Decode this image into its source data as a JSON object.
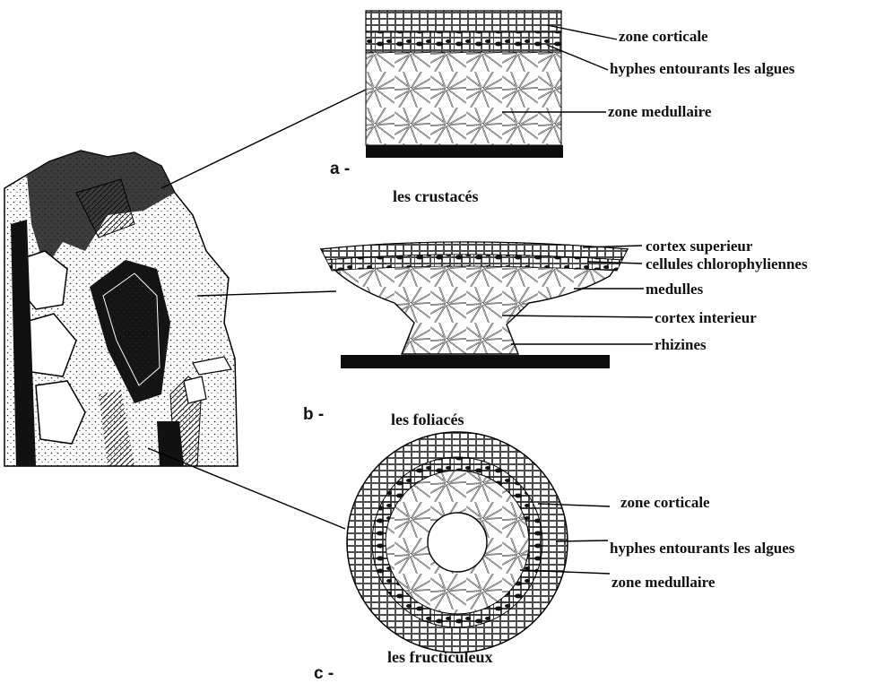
{
  "panel_a": {
    "letter": "a -",
    "caption": "les crustacés",
    "labels": [
      "zone corticale",
      "hyphes entourants les algues",
      "zone medullaire"
    ]
  },
  "panel_b": {
    "letter": "b -",
    "caption": "les foliacés",
    "labels": [
      "cortex superieur",
      "cellules chlorophyliennes",
      "medulles",
      "cortex interieur",
      "rhizines"
    ]
  },
  "panel_c": {
    "letter": "c -",
    "caption": "les fructiculeux",
    "labels": [
      "zone corticale",
      "hyphes entourants les algues",
      "zone medullaire"
    ]
  }
}
